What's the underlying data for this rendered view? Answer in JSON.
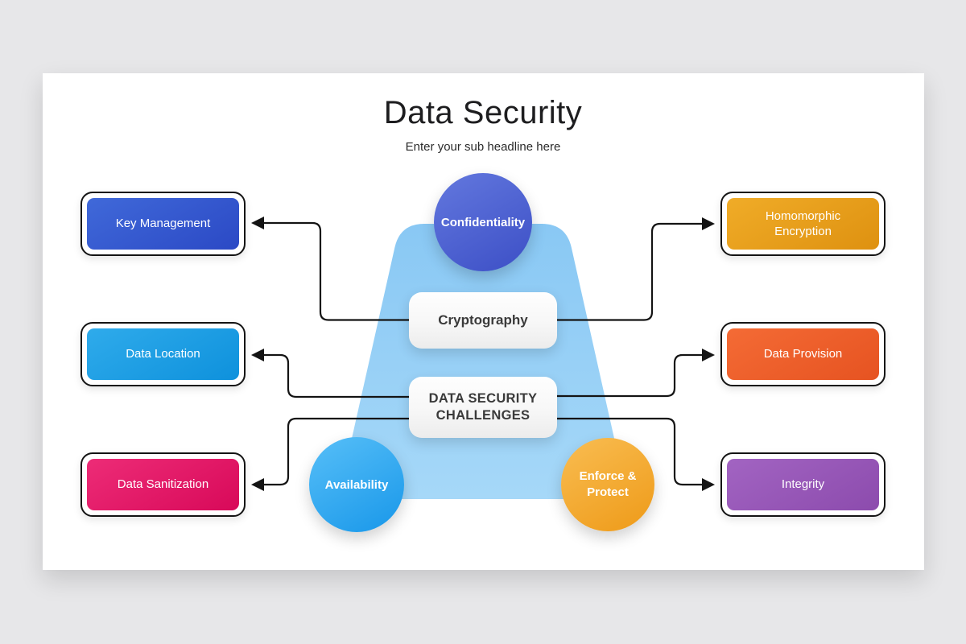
{
  "slide": {
    "title": "Data Security",
    "subtitle": "Enter your sub headline here"
  },
  "center": {
    "trapezoid": {
      "color_top": "#89C8F4",
      "color_bottom": "#A6D8F8"
    },
    "top_circle": {
      "label": "Confidentiality",
      "color_start": "#6378DE",
      "color_end": "#3C4FC6"
    },
    "cryptography_box": {
      "label": "Cryptography"
    },
    "challenges_box": {
      "label_line1": "DATA SECURITY",
      "label_line2": "CHALLENGES"
    },
    "left_circle": {
      "label": "Availability",
      "color_start": "#57BFF8",
      "color_end": "#1897E9"
    },
    "right_circle": {
      "label": "Enforce & Protect",
      "color_start": "#F9BD52",
      "color_end": "#EE9A18"
    }
  },
  "left_boxes": [
    {
      "label": "Key Management",
      "color_start": "#4069D9",
      "color_end": "#2B49C5"
    },
    {
      "label": "Data Location",
      "color_start": "#2FABEB",
      "color_end": "#0E91DC"
    },
    {
      "label": "Data Sanitization",
      "color_start": "#ED2C77",
      "color_end": "#D80959"
    }
  ],
  "right_boxes": [
    {
      "label": "Homomorphic Encryption",
      "color_start": "#F0AC28",
      "color_end": "#DE9110"
    },
    {
      "label": "Data Provision",
      "color_start": "#F46B35",
      "color_end": "#E65321"
    },
    {
      "label": "Integrity",
      "color_start": "#A264C2",
      "color_end": "#8C4BAD"
    }
  ],
  "connector_color": "#141414"
}
